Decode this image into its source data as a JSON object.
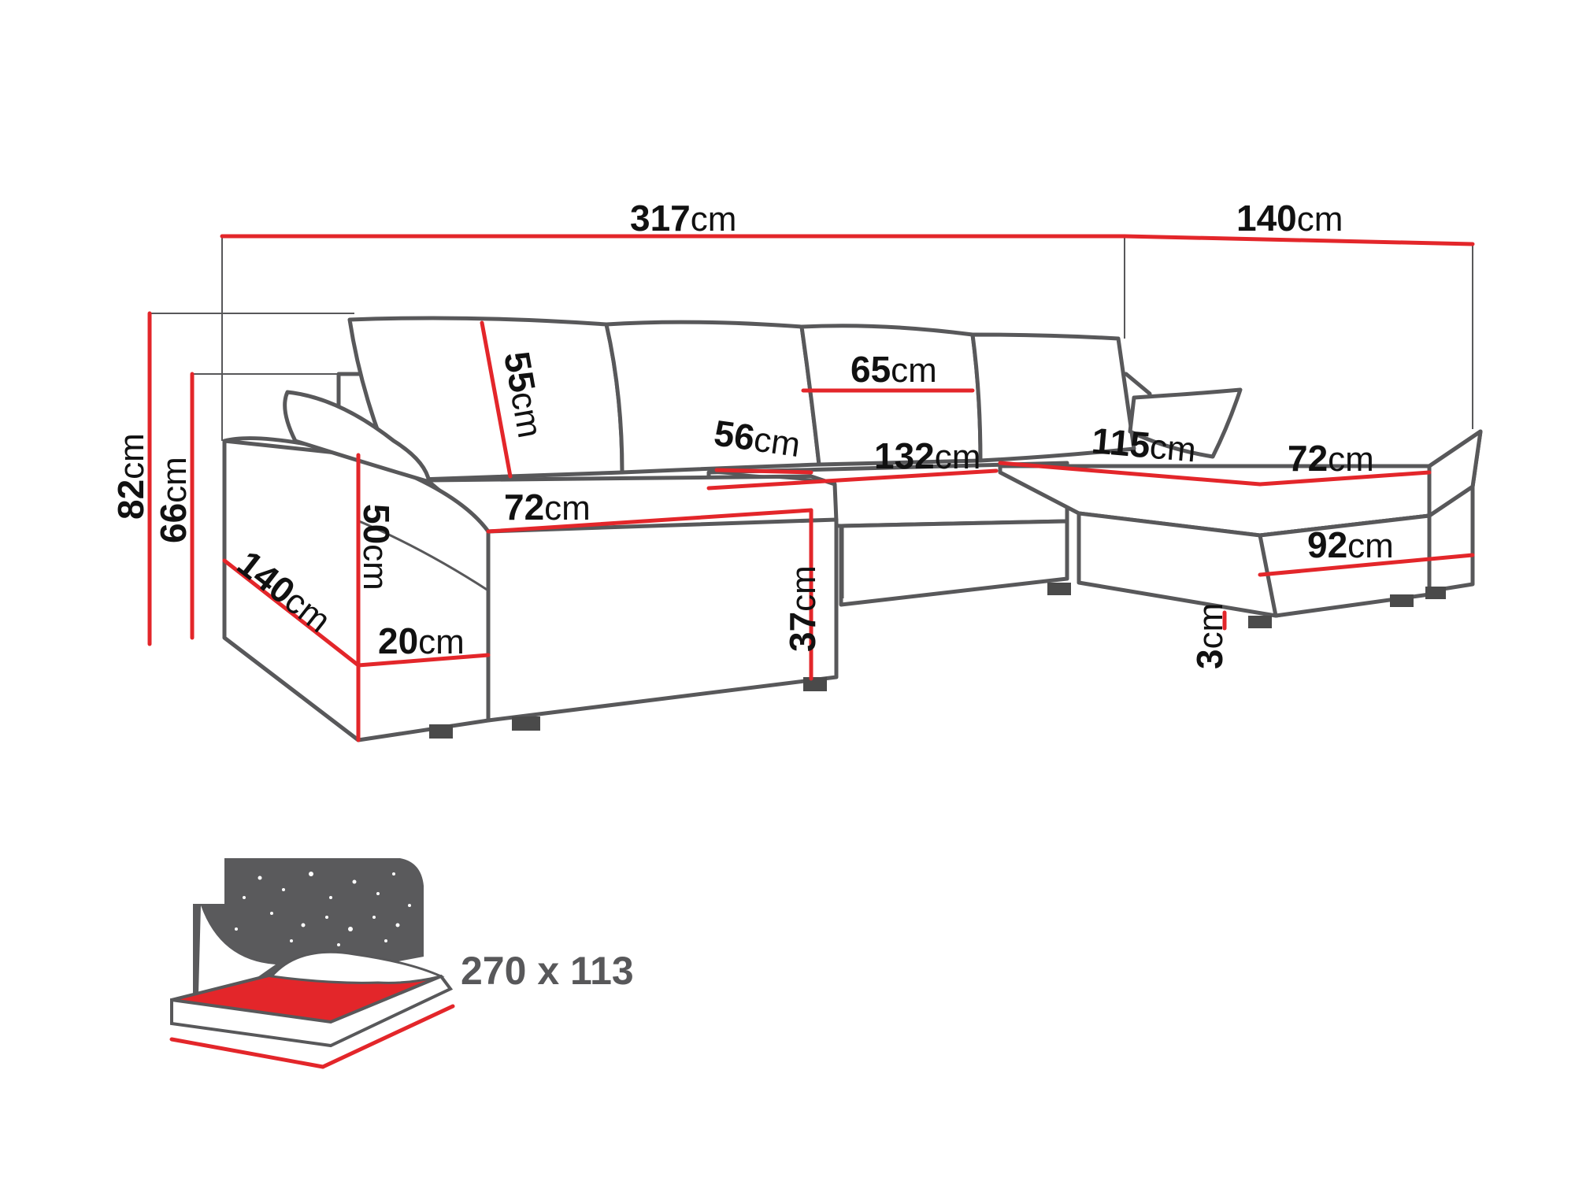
{
  "unit": "cm",
  "dimensions": {
    "total_width": "317",
    "chaise_width": "140",
    "total_height": "82",
    "armrest_height": "66",
    "left_depth": "140",
    "armrest_inner_height": "50",
    "armrest_width": "20",
    "cushion_height": "55",
    "left_seat_width": "72",
    "left_seat_height": "37",
    "back_cushion_width": "65",
    "middle_seat_depth": "56",
    "middle_seat_width": "132",
    "right_seat_length": "115",
    "right_seat_width": "72",
    "right_base_width": "92",
    "leg_height": "3"
  },
  "bed": {
    "size_label": "270 x 113"
  }
}
